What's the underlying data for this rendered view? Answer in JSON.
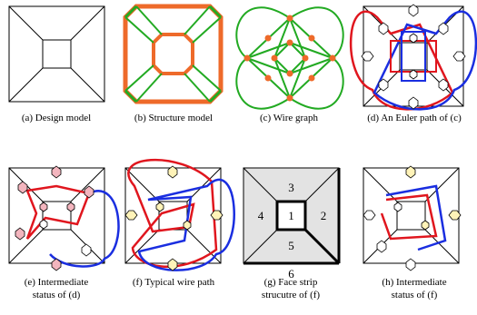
{
  "captions": {
    "a": [
      "(a) Design model"
    ],
    "b": [
      "(b) Structure model"
    ],
    "c": [
      "(c) Wire graph"
    ],
    "d": [
      "(d) An Euler path of (c)"
    ],
    "e": [
      "(e) Intermediate",
      "status of (d)"
    ],
    "f": [
      "(f) Typical wire path"
    ],
    "g": [
      "(g) Face strip",
      "strucutre of (f)"
    ],
    "h": [
      "(h) Intermediate",
      "status of (f)"
    ]
  },
  "faces": [
    "1",
    "2",
    "3",
    "4",
    "5",
    "6"
  ],
  "colors": {
    "structure_edge": "#ee6a2a",
    "structure_joint": "#22aa22",
    "wire": "#22aa22",
    "node": "#ee6a2a",
    "path_red": "#e0161e",
    "path_blue": "#1a2ee0",
    "hex_pink": "#f3b5be",
    "hex_yellow": "#fff3b8",
    "face_fill": "#e3e3e3"
  }
}
